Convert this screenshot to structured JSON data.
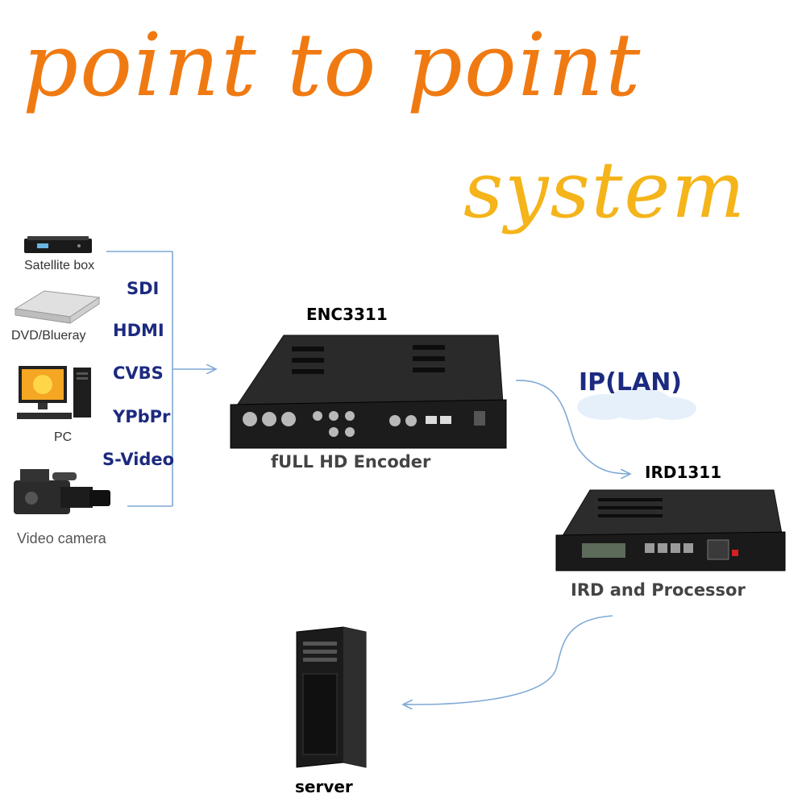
{
  "title": {
    "line1": "point to point",
    "line2": "system",
    "color1": "#f07a12",
    "color2": "#f4b41a"
  },
  "sources": [
    {
      "label": "Satellite box",
      "icon": "satellite-box-icon"
    },
    {
      "label": "DVD/Blueray",
      "icon": "dvd-player-icon"
    },
    {
      "label": "PC",
      "icon": "pc-icon"
    },
    {
      "label": "Video camera",
      "icon": "video-camera-icon"
    }
  ],
  "signals": [
    "SDI",
    "HDMI",
    "CVBS",
    "YPbPr",
    "S-Video"
  ],
  "encoder": {
    "model": "ENC3311",
    "caption": "fULL HD Encoder"
  },
  "network": {
    "label": "IP(LAN)"
  },
  "ird": {
    "model": "IRD1311",
    "caption": "IRD and Processor"
  },
  "server": {
    "label": "server"
  },
  "colors": {
    "signal_text": "#1c2a80",
    "connector_line": "#7fa9d6"
  }
}
